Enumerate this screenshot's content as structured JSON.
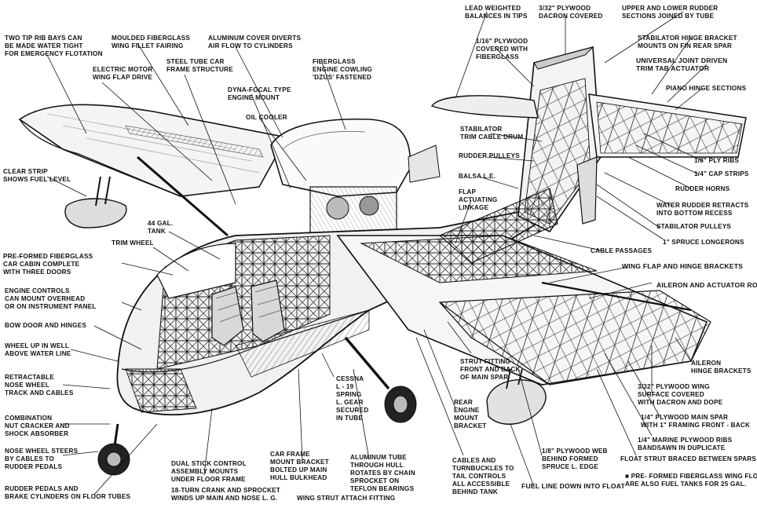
{
  "labels": {
    "tip_rib_bays": [
      "TWO TIP RIB BAYS CAN",
      "BE MADE WATER TIGHT",
      "FOR EMERGENCY FLOTATION"
    ],
    "wing_fillet": [
      "MOULDED FIBERGLASS",
      "WING FILLET FAIRING"
    ],
    "aluminum_cover": [
      "ALUMINUM COVER DIVERTS",
      "AIR FLOW TO CYLINDERS"
    ],
    "lead_weighted": [
      "LEAD WEIGHTED",
      "BALANCES IN TIPS"
    ],
    "dacron_covered": [
      "3/32\" PLYWOOD",
      "DACRON COVERED"
    ],
    "upper_lower_rudder": [
      "UPPER AND LOWER RUDDER",
      "SECTIONS JOINED BY TUBE"
    ],
    "electric_motor": [
      "ELECTRIC MOTOR",
      "WING FLAP DRIVE"
    ],
    "steel_tube": [
      "STEEL TUBE CAR",
      "FRAME STRUCTURE"
    ],
    "fiberglass_cowling": [
      "FIBERGLASS",
      "ENGINE COWLING",
      "'DZUS' FASTENED"
    ],
    "plywood_fiberglass": [
      "1/16\" PLYWOOD",
      "COVERED WITH",
      "FIBERGLASS"
    ],
    "stabilator_hinge": [
      "STABILATOR HINGE BRACKET",
      "MOUNTS ON FIN REAR SPAR"
    ],
    "universal_joint": [
      "UNIVERSAL JOINT DRIVEN",
      "TRIM TAB ACTUATOR"
    ],
    "dyna_focal": [
      "DYNA-FOCAL TYPE",
      "ENGINE MOUNT"
    ],
    "piano_hinge": [
      "PIANO HINGE SECTIONS"
    ],
    "oil_cooler": [
      "OIL COOLER"
    ],
    "stabilator_trim": [
      "STABILATOR",
      "TRIM CABLE DRUM"
    ],
    "rudder_pulleys": [
      "RUDDER PULLEYS"
    ],
    "clear_strip": [
      "CLEAR STRIP",
      "SHOWS FUEL LEVEL"
    ],
    "balsa": [
      "BALSA L.E."
    ],
    "ply_ribs": [
      "1/8\" PLY RIBS"
    ],
    "cap_strips": [
      "1/4\" CAP STRIPS"
    ],
    "flap_linkage": [
      "FLAP",
      "ACTUATING",
      "LINKAGE"
    ],
    "rudder_horns": [
      "RUDDER HORNS"
    ],
    "water_rudder": [
      "WATER RUDDER RETRACTS",
      "INTO BOTTOM RECESS"
    ],
    "gal_tank": [
      "44 GAL.",
      "TANK"
    ],
    "stabilator_pulleys": [
      "STABILATOR PULLEYS"
    ],
    "trim_wheel": [
      "TRIM WHEEL"
    ],
    "spruce_longerons": [
      "1\" SPRUCE LONGERONS"
    ],
    "cable_passages": [
      "CABLE PASSAGES"
    ],
    "preformed_cabin": [
      "PRE-FORMED FIBERGLASS",
      "CAR CABIN COMPLETE",
      "WITH THREE DOORS"
    ],
    "wing_flap_brackets": [
      "WING FLAP AND HINGE BRACKETS"
    ],
    "aileron_rods": [
      "AILERON AND ACTUATOR RODS"
    ],
    "engine_controls": [
      "ENGINE CONTROLS",
      "CAN MOUNT OVERHEAD",
      "OR ON INSTRUMENT PANEL"
    ],
    "bow_door": [
      "BOW DOOR AND HINGES"
    ],
    "wheel_up": [
      "WHEEL UP IN WELL",
      "ABOVE WATER LINE"
    ],
    "aileron_hinge": [
      "AILERON",
      "HINGE BRACKETS"
    ],
    "strut_fitting": [
      "STRUT FITTING",
      "FRONT AND BACK",
      "OF MAIN SPAR"
    ],
    "retractable_nose": [
      "RETRACTABLE",
      "NOSE WHEEL",
      "TRACK AND CABLES"
    ],
    "plywood_wing": [
      "3/32\" PLYWOOD WING",
      "SURFACE COVERED",
      "WITH DACRON AND DOPE"
    ],
    "cessna_gear": [
      "CESSNA",
      "L - 19",
      "SPRING",
      "L. GEAR",
      "SECURED",
      "IN TUBE"
    ],
    "rear_engine_mount": [
      "REAR",
      "ENGINE",
      "MOUNT",
      "BRACKET"
    ],
    "combination_nut": [
      "COMBINATION",
      "NUT CRACKER AND",
      "SHOCK ABSORBER"
    ],
    "main_spar": [
      "1/4\" PLYWOOD MAIN SPAR",
      "WITH 1\" FRAMING FRONT - BACK"
    ],
    "marine_plywood": [
      "1/4\" MARINE PLYWOOD RIBS",
      "BANDSAWN IN DUPLICATE"
    ],
    "nose_wheel_steers": [
      "NOSE WHEEL STEERS",
      "BY CABLES TO",
      "RUDDER PEDALS"
    ],
    "dual_stick": [
      "DUAL STICK CONTROL",
      "ASSEMBLY MOUNTS",
      "UNDER FLOOR FRAME"
    ],
    "car_frame_mount": [
      "CAR FRAME",
      "MOUNT BRACKET",
      "BOLTED UP MAIN",
      "HULL BULKHEAD"
    ],
    "aluminum_tube": [
      "ALUMINUM TUBE",
      "THROUGH HULL",
      "ROTATES BY CHAIN",
      "SPROCKET ON",
      "TEFLON BEARINGS"
    ],
    "cables_turnbuckles": [
      "CABLES AND",
      "TURNBUCKLES TO",
      "TAIL CONTROLS",
      "ALL ACCESSIBLE",
      "BEHIND TANK"
    ],
    "plywood_web": [
      "1/8\" PLYWOOD WEB",
      "BEHIND FORMED",
      "SPRUCE L. EDGE"
    ],
    "float_strut": [
      "FLOAT STRUT BRACED BETWEEN SPARS"
    ],
    "preformed_wing_float": [
      "■ PRE- FORMED FIBERGLASS WING FLOAT",
      "ARE ALSO FUEL TANKS FOR 25 GAL."
    ],
    "rudder_pedals": [
      "RUDDER PEDALS AND",
      "BRAKE CYLINDERS ON FLOOR TUBES"
    ],
    "turn_crank": [
      "18-TURN CRANK AND SPROCKET",
      "WINDS UP MAIN AND NOSE L. G."
    ],
    "wing_strut": [
      "WING STRUT ATTACH FITTING"
    ],
    "fuel_line": [
      "FUEL LINE DOWN INTO FLOAT"
    ]
  }
}
